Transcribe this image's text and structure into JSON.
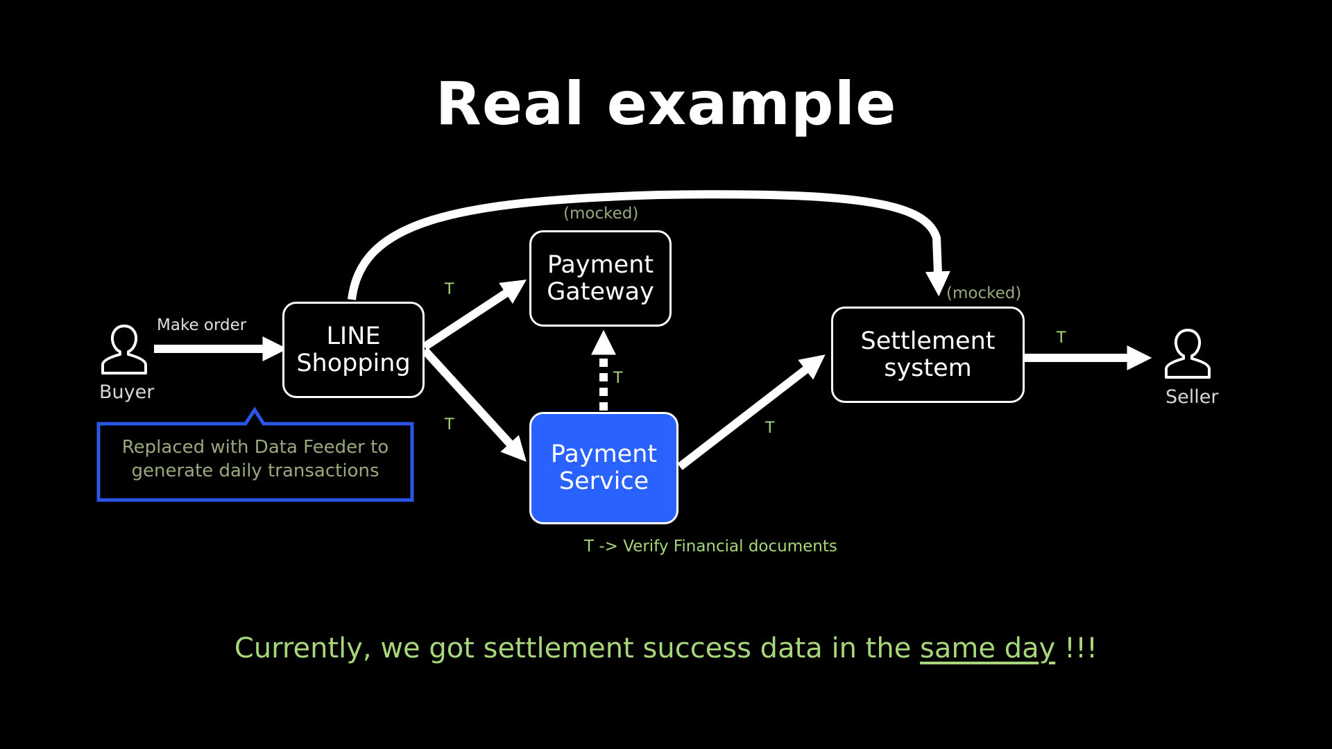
{
  "title": "Real example",
  "nodes": {
    "line_shopping": [
      "LINE",
      "Shopping"
    ],
    "payment_gateway": [
      "Payment",
      "Gateway"
    ],
    "payment_service": [
      "Payment",
      "Service"
    ],
    "settlement_system": [
      "Settlement",
      "system"
    ]
  },
  "people": {
    "buyer": "Buyer",
    "seller": "Seller"
  },
  "edge_labels": {
    "make_order": "Make order",
    "t": "T"
  },
  "mocked_label": "(mocked)",
  "callout": "Replaced with Data Feeder to generate daily transactions",
  "legend_note": "T -> Verify Financial documents",
  "bottom": {
    "before": "Currently, we got settlement success data in the ",
    "underlined": "same day",
    "after": " !!!"
  },
  "colors": {
    "background": "#000000",
    "accent_blue": "#2962ff",
    "label_green": "#a8d67a",
    "muted_green": "#9aa87e",
    "callout_border": "#2b55e6"
  },
  "icons": {
    "buyer": "person-icon",
    "seller": "person-icon"
  }
}
